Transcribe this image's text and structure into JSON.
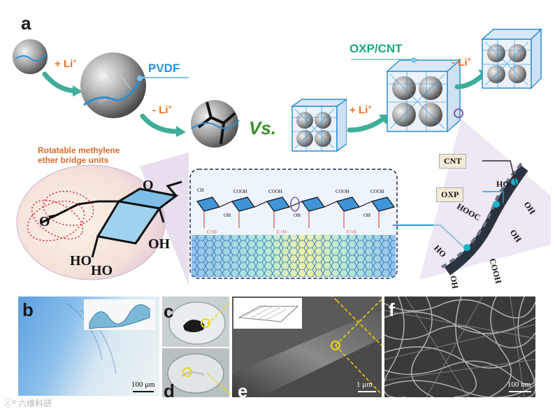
{
  "panels": {
    "a": "a",
    "b": "b",
    "c": "c",
    "d": "d",
    "e": "e",
    "f": "f"
  },
  "labels": {
    "li_plus_1": "+ Li",
    "li_minus_1": "- Li",
    "li_plus_2": "+ Li",
    "li_minus_2": "- Li",
    "li_sup": "+",
    "pvdf": "PVDF",
    "oxp_cnt": "OXP/CNT",
    "vs": "Vs.",
    "rotatable_line1": "Rotatable methylene",
    "rotatable_line2": "ether bridge units",
    "cnt_callout": "CNT",
    "oxp_callout": "OXP",
    "ho_1": "HO",
    "oh_1": "OH",
    "hooc": "HOOC",
    "oh_2": "OH",
    "ho_2": "HO",
    "oh_3": "OH",
    "cooh": "COOH",
    "ring_o": "O",
    "ring_oh": "OH",
    "ring_ho_1": "HO",
    "ring_ho_2": "HO",
    "chain_cooh": "COOH",
    "chain_oh": "OH",
    "chain_ch3": "CH",
    "chain_co": "C=O"
  },
  "scale_bars": {
    "b": "100 μm",
    "e": "1 μm",
    "f": "100 nm"
  },
  "watermark": "六维科研",
  "colors": {
    "accent_blue": "#2a8fd6",
    "accent_green": "#19a872",
    "arrow_teal": "#3fae9a",
    "li_orange": "#e8701f",
    "callout_highlight": "#d96a2b"
  }
}
